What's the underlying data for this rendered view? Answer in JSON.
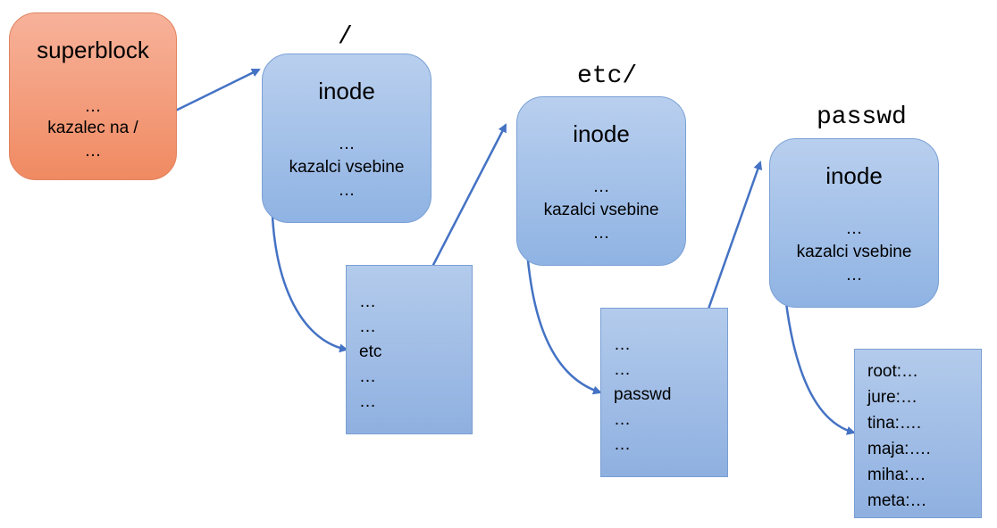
{
  "superblock": {
    "title": "superblock",
    "lines": [
      "…",
      "kazalec na /",
      "…"
    ]
  },
  "dirs": [
    {
      "label": "/",
      "inode_title": "inode",
      "inode_lines": [
        "…",
        "kazalci vsebine",
        "…"
      ],
      "block_lines": [
        "…",
        "…",
        "etc",
        "…",
        "…"
      ]
    },
    {
      "label": "etc/",
      "inode_title": "inode",
      "inode_lines": [
        "…",
        "kazalci vsebine",
        "…"
      ],
      "block_lines": [
        "…",
        "…",
        "passwd",
        "…",
        "…"
      ]
    },
    {
      "label": "passwd",
      "inode_title": "inode",
      "inode_lines": [
        "…",
        "kazalci vsebine",
        "…"
      ],
      "block_lines": [
        "root:…",
        "jure:…",
        "tina:….",
        "maja:….",
        "miha:…",
        "meta:…"
      ]
    }
  ],
  "colors": {
    "superblock": "#f08a62",
    "inode": "#9dbce6",
    "arrow": "#4472c4"
  }
}
